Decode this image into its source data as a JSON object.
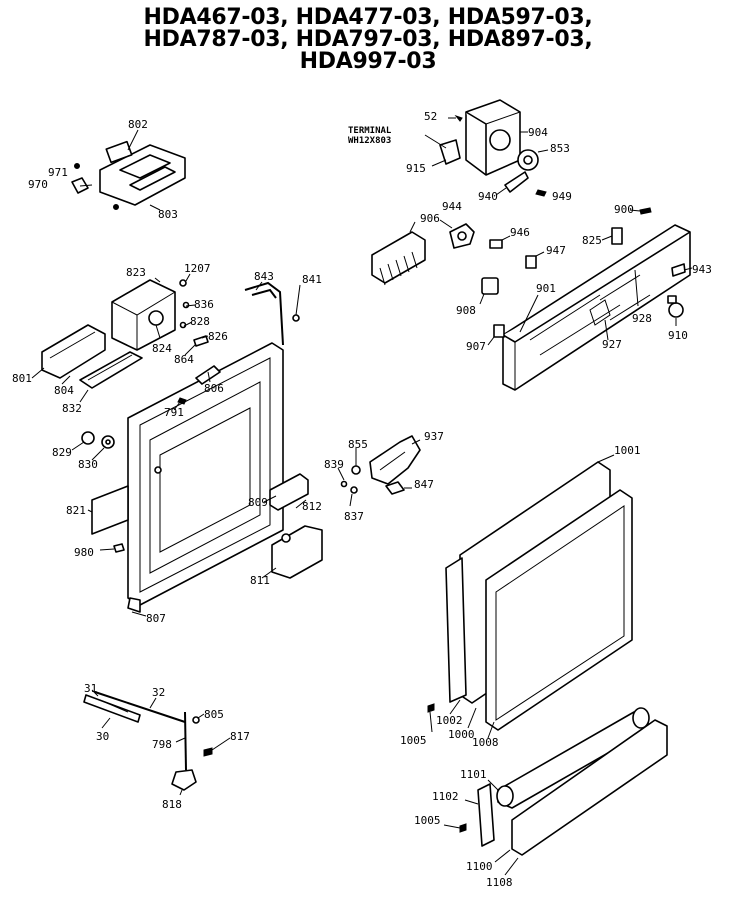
{
  "title_lines": [
    "HDA467-03, HDA477-03, HDA597-03,",
    "HDA787-03, HDA797-03, HDA897-03,",
    "HDA997-03"
  ],
  "terminal_note": [
    "TERMINAL",
    "WH12X803"
  ],
  "labels": {
    "p802": "802",
    "p971": "971",
    "p970": "970",
    "p803": "803",
    "p52": "52",
    "p904": "904",
    "p853": "853",
    "p915": "915",
    "p940": "940",
    "p949": "949",
    "p906": "906",
    "p944": "944",
    "p946": "946",
    "p900": "900",
    "p825": "825",
    "p947": "947",
    "p943": "943",
    "p908": "908",
    "p901": "901",
    "p928": "928",
    "p910": "910",
    "p907": "907",
    "p927": "927",
    "p823": "823",
    "p1207": "1207",
    "p843": "843",
    "p841": "841",
    "p836": "836",
    "p828": "828",
    "p826": "826",
    "p824": "824",
    "p864": "864",
    "p806": "806",
    "p801": "801",
    "p804": "804",
    "p832": "832",
    "p791": "791",
    "p829": "829",
    "p830": "830",
    "p821": "821",
    "p980": "980",
    "p807": "807",
    "p855": "855",
    "p937": "937",
    "p839": "839",
    "p847": "847",
    "p837": "837",
    "p809": "809",
    "p812": "812",
    "p811": "811",
    "p1001": "1001",
    "p1002": "1002",
    "p1005a": "1005",
    "p1000": "1000",
    "p1008": "1008",
    "p31": "31",
    "p32": "32",
    "p30": "30",
    "p805": "805",
    "p798": "798",
    "p817": "817",
    "p818": "818",
    "p1101": "1101",
    "p1102": "1102",
    "p1005b": "1005",
    "p1100": "1100",
    "p1108": "1108"
  }
}
